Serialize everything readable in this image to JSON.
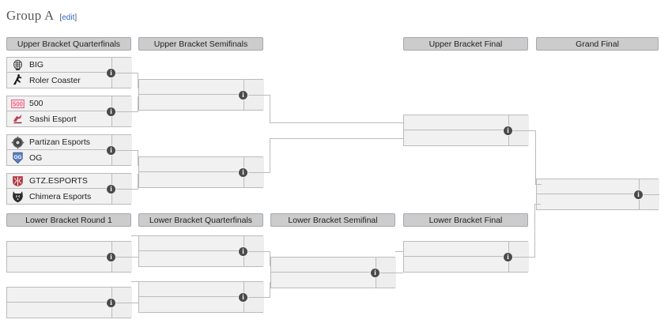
{
  "page": {
    "title": "Group A",
    "edit_label": "edit",
    "bracket_left": "[",
    "bracket_right": "]"
  },
  "colors": {
    "header_pill_bg": "#cccccc",
    "header_pill_border": "#a2a9b1",
    "match_bg": "#f1f1f1",
    "match_border": "#bbbbbb",
    "score_bg": "#eeeeee",
    "info_icon_bg": "#4a4a4a",
    "title_color": "#54595d",
    "link_color": "#3366cc",
    "logo_500": "#e8607f",
    "logo_gtz": "#b03a44",
    "logo_og": "#4a6fa8"
  },
  "upper_bracket": {
    "rounds": [
      {
        "name": "upper-bracket-quarterfinals",
        "label": "Upper Bracket Quarterfinals"
      },
      {
        "name": "upper-bracket-semifinals",
        "label": "Upper Bracket Semifinals"
      },
      {
        "name": "upper-bracket-final",
        "label": "Upper Bracket Final"
      },
      {
        "name": "grand-final",
        "label": "Grand Final"
      }
    ],
    "quarterfinals": [
      {
        "top": {
          "team": "BIG",
          "logo": "big-icon",
          "score": ""
        },
        "bottom": {
          "team": "Roler Coaster",
          "logo": "roler-coaster-icon",
          "score": ""
        },
        "info": "i"
      },
      {
        "top": {
          "team": "500",
          "logo": "500-icon",
          "score": ""
        },
        "bottom": {
          "team": "Sashi Esport",
          "logo": "sashi-icon",
          "score": ""
        },
        "info": "i"
      },
      {
        "top": {
          "team": "Partizan Esports",
          "logo": "partizan-icon",
          "score": ""
        },
        "bottom": {
          "team": "OG",
          "logo": "og-icon",
          "score": ""
        },
        "info": "i"
      },
      {
        "top": {
          "team": "GTZ.ESPORTS",
          "logo": "gtz-icon",
          "score": ""
        },
        "bottom": {
          "team": "Chimera Esports",
          "logo": "chimera-icon",
          "score": ""
        },
        "info": "i"
      }
    ],
    "semifinals": [
      {
        "top": {
          "team": "",
          "score": ""
        },
        "bottom": {
          "team": "",
          "score": ""
        },
        "info": "i"
      },
      {
        "top": {
          "team": "",
          "score": ""
        },
        "bottom": {
          "team": "",
          "score": ""
        },
        "info": "i"
      }
    ],
    "final": {
      "top": {
        "team": "",
        "score": ""
      },
      "bottom": {
        "team": "",
        "score": ""
      },
      "info": "i"
    },
    "grand_final": {
      "top": {
        "team": "",
        "score": ""
      },
      "bottom": {
        "team": "",
        "score": ""
      },
      "info": "i"
    }
  },
  "lower_bracket": {
    "rounds": [
      {
        "name": "lower-bracket-round-1",
        "label": "Lower Bracket Round 1"
      },
      {
        "name": "lower-bracket-quarterfinals",
        "label": "Lower Bracket Quarterfinals"
      },
      {
        "name": "lower-bracket-semifinal",
        "label": "Lower Bracket Semifinal"
      },
      {
        "name": "lower-bracket-final",
        "label": "Lower Bracket Final"
      }
    ],
    "round1": [
      {
        "top": {
          "team": "",
          "score": ""
        },
        "bottom": {
          "team": "",
          "score": ""
        },
        "info": "i"
      },
      {
        "top": {
          "team": "",
          "score": ""
        },
        "bottom": {
          "team": "",
          "score": ""
        },
        "info": "i"
      }
    ],
    "quarterfinals": [
      {
        "top": {
          "team": "",
          "score": ""
        },
        "bottom": {
          "team": "",
          "score": ""
        },
        "info": "i"
      },
      {
        "top": {
          "team": "",
          "score": ""
        },
        "bottom": {
          "team": "",
          "score": ""
        },
        "info": "i"
      }
    ],
    "semifinal": {
      "top": {
        "team": "",
        "score": ""
      },
      "bottom": {
        "team": "",
        "score": ""
      },
      "info": "i"
    },
    "final": {
      "top": {
        "team": "",
        "score": ""
      },
      "bottom": {
        "team": "",
        "score": ""
      },
      "info": "i"
    }
  }
}
